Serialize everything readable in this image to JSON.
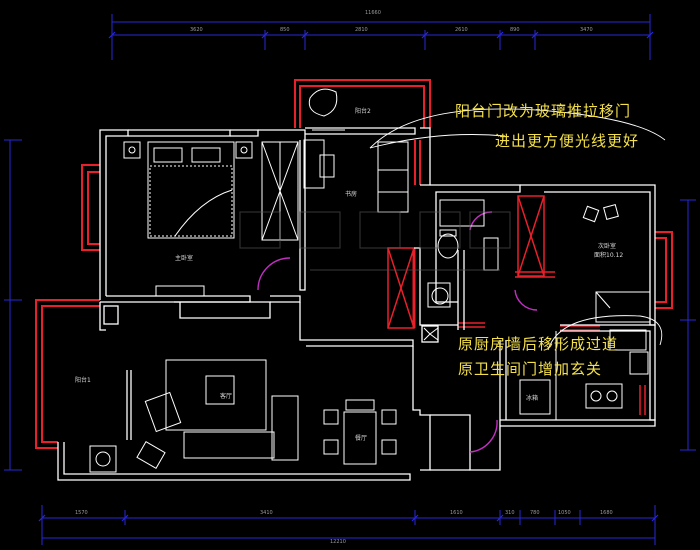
{
  "annotations": {
    "balcony_door": [
      "阳台门改为玻璃推拉移门",
      "进出更方便光线更好"
    ],
    "kitchen_wall": [
      "原厨房墙后移形成过道",
      "原卫生间门增加玄关"
    ]
  },
  "rooms": {
    "balcony2": "阳台2",
    "study": "书房",
    "master": "主卧室",
    "living": "客厅",
    "dining": "餐厅",
    "balcony1": "阳台1",
    "second_bedroom": "次卧室",
    "second_bedroom_area": "面积10.12",
    "fridge": "冰箱"
  },
  "dimensions": {
    "top_total": "11660",
    "top": [
      "3620",
      "850",
      "2810",
      "2610",
      "890",
      "3470"
    ],
    "bottom": [
      "1570",
      "3410",
      "1610",
      "310",
      "780",
      "1050",
      "1680"
    ],
    "bottom_total": "12210"
  },
  "colors": {
    "wall": "#ffffff",
    "new_wall": "#e8202a",
    "dimension": "#2727d9",
    "annotation": "#f4e04a",
    "door_arc": "#c030c0"
  }
}
